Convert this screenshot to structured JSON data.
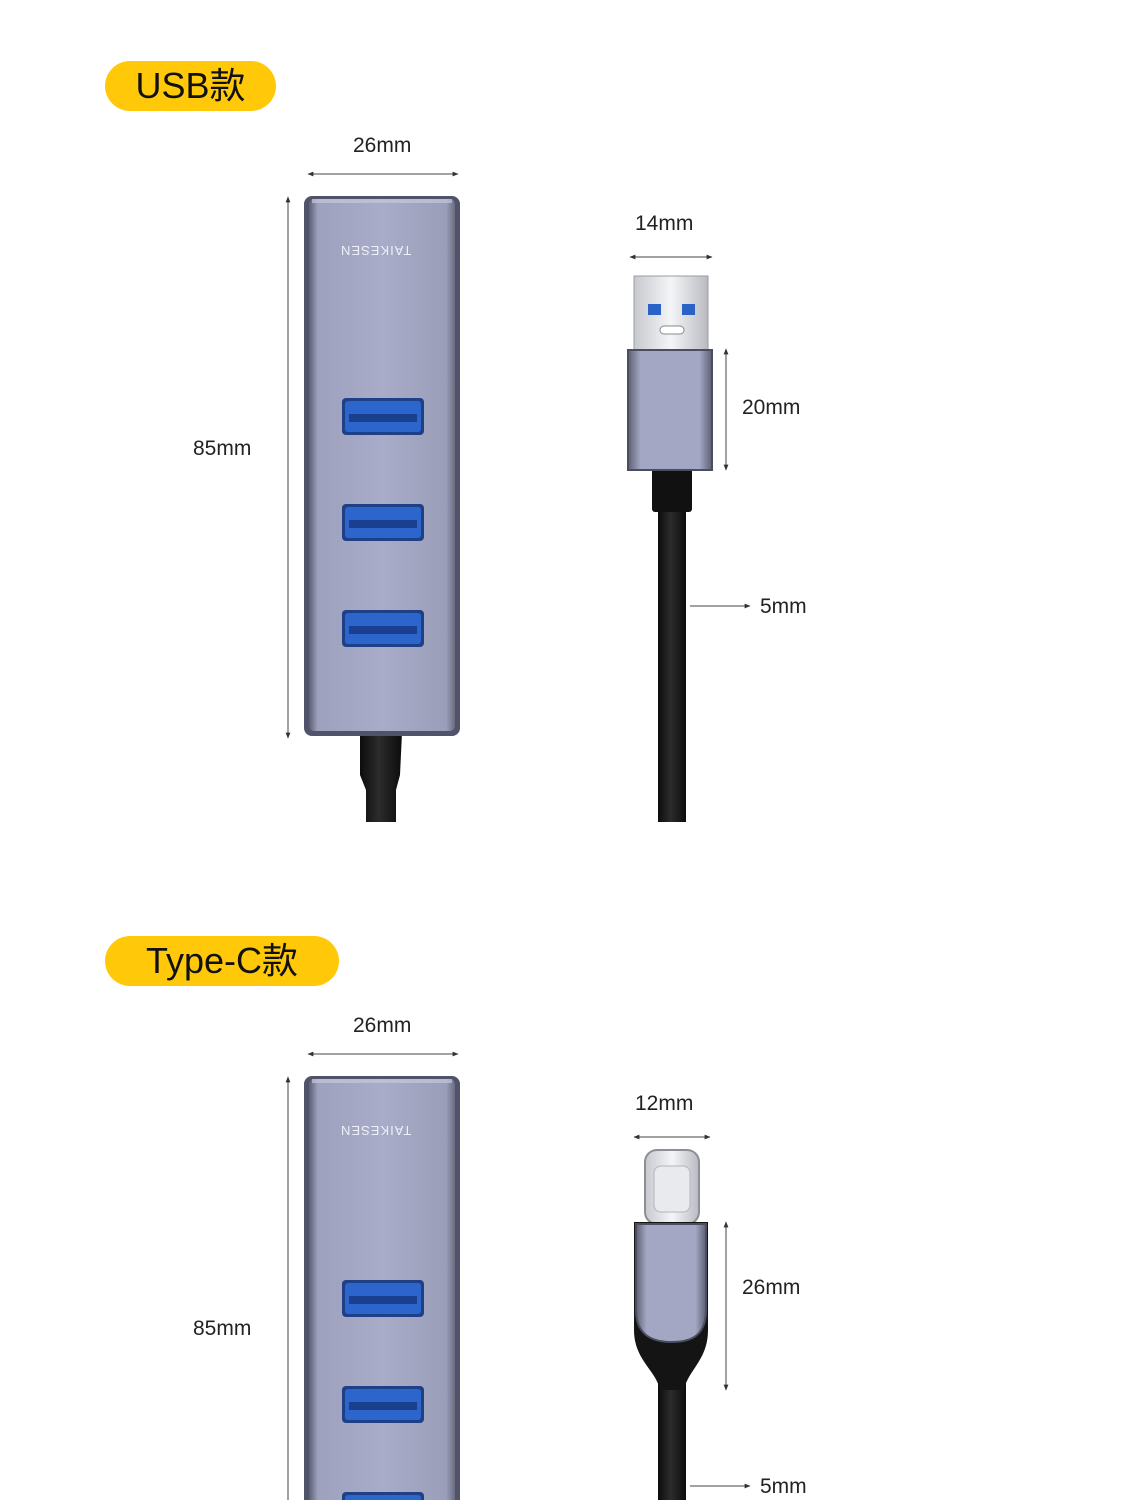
{
  "colors": {
    "badge": "#ffc90a",
    "hub_body": "#a6aac6",
    "hub_edge": "#4f5265",
    "usb_port": "#2b62c7",
    "cable": "#151515"
  },
  "sections": {
    "usb": {
      "badge_label": "USB款",
      "hub_brand": "TAIKESEN",
      "hub_width": "26mm",
      "hub_length": "85mm",
      "plug_width": "14mm",
      "plug_length": "20mm",
      "cable_diameter": "5mm"
    },
    "typec": {
      "badge_label": "Type-C款",
      "hub_brand": "TAIKESEN",
      "hub_width": "26mm",
      "hub_length": "85mm",
      "plug_width": "12mm",
      "plug_length": "26mm",
      "cable_diameter": "5mm"
    }
  }
}
